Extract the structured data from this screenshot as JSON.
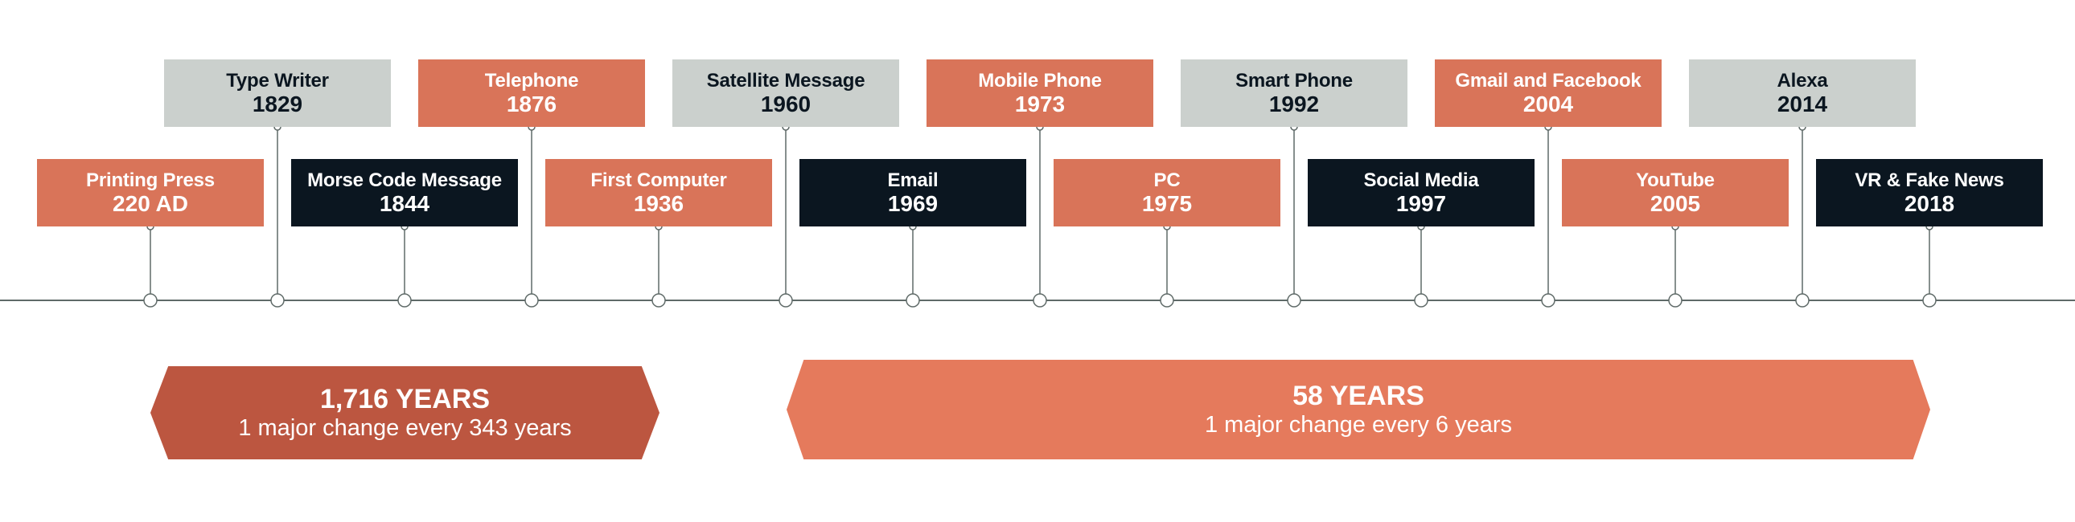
{
  "events": [
    {
      "title": "Printing Press",
      "year": "220 AD",
      "row": "lower",
      "color": "#d97459",
      "style": "orange"
    },
    {
      "title": "Type Writer",
      "year": "1829",
      "row": "upper",
      "color": "#cbd0cd",
      "style": "grey"
    },
    {
      "title": "Morse Code Message",
      "year": "1844",
      "row": "lower",
      "color": "#0b1620",
      "style": "dark"
    },
    {
      "title": "Telephone",
      "year": "1876",
      "row": "upper",
      "color": "#d97459",
      "style": "orange"
    },
    {
      "title": "First Computer",
      "year": "1936",
      "row": "lower",
      "color": "#d97459",
      "style": "orange"
    },
    {
      "title": "Satellite Message",
      "year": "1960",
      "row": "upper",
      "color": "#cbd0cd",
      "style": "grey"
    },
    {
      "title": "Email",
      "year": "1969",
      "row": "lower",
      "color": "#0b1620",
      "style": "dark"
    },
    {
      "title": "Mobile Phone",
      "year": "1973",
      "row": "upper",
      "color": "#d97459",
      "style": "orange"
    },
    {
      "title": "PC",
      "year": "1975",
      "row": "lower",
      "color": "#d97459",
      "style": "orange"
    },
    {
      "title": "Smart Phone",
      "year": "1992",
      "row": "upper",
      "color": "#cbd0cd",
      "style": "grey"
    },
    {
      "title": "Social Media",
      "year": "1997",
      "row": "lower",
      "color": "#0b1620",
      "style": "dark"
    },
    {
      "title": "Gmail and Facebook",
      "year": "2004",
      "row": "upper",
      "color": "#d97459",
      "style": "orange"
    },
    {
      "title": "YouTube",
      "year": "2005",
      "row": "lower",
      "color": "#d97459",
      "style": "orange"
    },
    {
      "title": "Alexa",
      "year": "2014",
      "row": "upper",
      "color": "#cbd0cd",
      "style": "grey"
    },
    {
      "title": "VR & Fake News",
      "year": "2018",
      "row": "lower",
      "color": "#0b1620",
      "style": "dark"
    }
  ],
  "banners": {
    "left": {
      "title": "1,716 YEARS",
      "subtitle": "1 major change every 343 years",
      "color": "#bc5640"
    },
    "right": {
      "title": "58 YEARS",
      "subtitle": "1 major change every 6 years",
      "color": "#e57a5c"
    }
  },
  "colors": {
    "axis": "#5f6a68",
    "orange": "#d97459",
    "grey": "#cbd0cd",
    "dark": "#0b1620"
  }
}
